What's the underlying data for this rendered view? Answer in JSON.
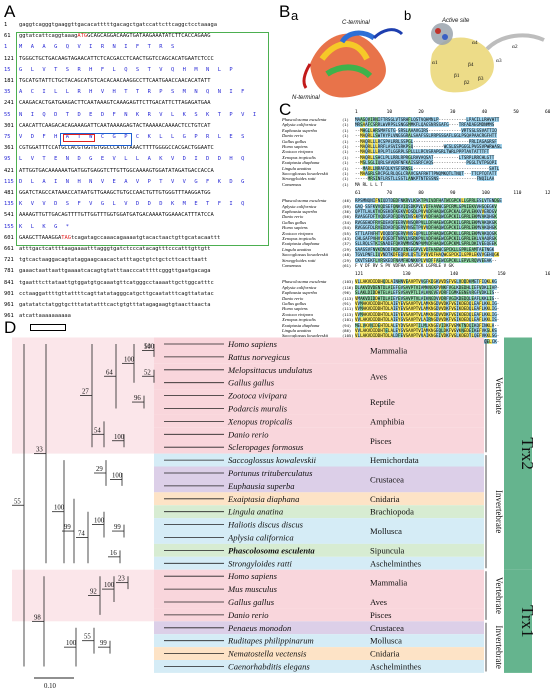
{
  "panels": {
    "a": "A",
    "b": "B",
    "b_sub_a": "a",
    "b_sub_b": "b",
    "c": "C",
    "d": "D"
  },
  "panelA": {
    "rows": [
      {
        "num": "1",
        "kind": "nuc",
        "text": "gaggtcagggtgaaggttgacacatttttgacagctgatccattcttcaggctcctaaaga"
      },
      {
        "num": "61",
        "kind": "nuc",
        "text": "ggtatcattcaggtaaagATGGCAGCAGGACAAGTGATAAGAAATATCTTCACCAGAAG"
      },
      {
        "num": "1",
        "kind": "aa",
        "text": "M A A G Q V I R N I F T R S"
      },
      {
        "num": "121",
        "kind": "nuc",
        "text": "TGGGCTGCTGACAAGTAGAACATTCTCACGACCTCAACTGGTCCAGCACATGAATCTCCC"
      },
      {
        "num": "15",
        "kind": "aa",
        "text": "G L V T S R H F L Q S T V Q H M N L P"
      },
      {
        "num": "181",
        "kind": "nuc",
        "text": "TGCATGTATTCTGCTACAGCATGTCACACAACAAGGCCTTCAATGAACCAACACATATT"
      },
      {
        "num": "35",
        "kind": "aa",
        "text": "A C I L L R H V H T T R P S M N Q N I F"
      },
      {
        "num": "241",
        "kind": "nuc",
        "text": "CAAGACACTGATGAAGACTTCAATAAAGTCAAAGAGTTCTTGACATTCTTAGAGATGAA"
      },
      {
        "num": "55",
        "kind": "aa",
        "text": "N I Q D T D E D F N K R V L K S K T P V I"
      },
      {
        "num": "301",
        "kind": "nuc",
        "text": "CAACATTCAAGACACAGAAAGATTCAATAAAAGAGTACTAAAAACAAAACTCCTGTCAT"
      },
      {
        "num": "75",
        "kind": "aa",
        "text": "V D F H A T W C G P C K L L G P R L E S"
      },
      {
        "num": "361",
        "kind": "nuc",
        "text": "CGTGGATTTCCATGCCACGTGGTGTGGCCCATGTAAACTTTTGGGGCCACGACTGGAATC"
      },
      {
        "num": "95",
        "kind": "aa",
        "text": "L V T E N D G E V L L A K V D I D D H Q"
      },
      {
        "num": "421",
        "kind": "nuc",
        "text": "ATTGGTGACAAAAAATGATGGTGAGGTCTTGTTGGCAAAAGTGGATATAGATGACCACCA"
      },
      {
        "num": "115",
        "kind": "aa",
        "text": "D L A I N H N V E A V P T V V G F K D G"
      },
      {
        "num": "481",
        "kind": "nuc",
        "text": "GGATCTAGCCATAAACCATAATGTTGAAGCTGTGCCAACTGTTGTGGGTTTAAGGATGG"
      },
      {
        "num": "135",
        "kind": "aa",
        "text": "K V V D S F V G L V D D D K M E T F I Q"
      },
      {
        "num": "541",
        "kind": "nuc",
        "text": "AAAAGTTGTTGACAGTTTTGTTGGTTTGGTGGATGATGACAAAATGGAAACATTTATCCA"
      },
      {
        "num": "155",
        "kind": "aa",
        "text": "K L K G *"
      },
      {
        "num": "601",
        "kind": "nuc",
        "text": "GAAGCTTAAAGGATAGtcagatagccaaacagaaaatgtacactaactgttgcatacaattt"
      },
      {
        "num": "661",
        "kind": "nuc",
        "text": "atttgactcattttaagaaaatttagggtgatctcccatacagtttcccatttgttgtt"
      },
      {
        "num": "721",
        "kind": "nuc",
        "text": "tgtcactaaggacagtataggaagcaacactatttagctgtctgctcttcacttaatt"
      },
      {
        "num": "781",
        "kind": "nuc",
        "text": "gaaactaattaattgaaaatcacagtgtatttaacccatttttcgggttgaatgacaga"
      },
      {
        "num": "841",
        "kind": "nuc",
        "text": "tgaatttcttataattgtggatgtgcaaatgttcatgggcctaaaattgcttggcatttc"
      },
      {
        "num": "901",
        "kind": "nuc",
        "text": "cctaaggattttgttattttcagttatatagggcatgcttgcaatatttcagttatatac"
      },
      {
        "num": "961",
        "kind": "nuc",
        "text": "gatatatctatggtgctttatatatttcactgtgtttatagagaagtgtaacttaacta"
      },
      {
        "num": "961",
        "kind": "nuc",
        "text": "atcattaaaaaaaaaa"
      }
    ]
  },
  "panelB": {
    "c_terminal": "C-terminal",
    "n_terminal": "N-terminal",
    "active_site": "Active site",
    "struct_labels": [
      "α4",
      "α3",
      "β4",
      "β1",
      "β2",
      "β3",
      "α1",
      "α2"
    ]
  },
  "panelC": {
    "ruler1": [
      "1",
      "10",
      "20",
      "30",
      "40",
      "50",
      "60"
    ],
    "ruler2": [
      "61",
      "70",
      "80",
      "90",
      "100",
      "110",
      "120"
    ],
    "ruler3": [
      "121",
      "130",
      "140",
      "150",
      "160"
    ],
    "block1": [
      {
        "name": "Phascolosoma esculenta",
        "n": "(1)",
        "seq": "MAAGQVIRNIFTRSGLVTSRHFLQSTVQHMNLP-----------LPACILLRHVHTT"
      },
      {
        "name": "Aplysia californica",
        "n": "(1)",
        "seq": "MRSAAFCSRRLWVRPSLSNGGMMKFLQAGSNRSSAFG----TRFADAEGMDNMMS"
      },
      {
        "name": "Euphausia superba",
        "n": "(1)",
        "seq": "--MHGLLHRSMAFGTG-SRSLAAAVGIRS-------------VRTSSLSSVATTIQ"
      },
      {
        "name": "Danio rerio",
        "n": "(1)",
        "seq": "--MAQRLLSWTKYPLVNGSGRALSAAFSSLRRPSSGAFLGGLPSQAPAACRGFHTT"
      },
      {
        "name": "Gallus gallus",
        "n": "(1)",
        "seq": "--MAQRLLLRCSPALRRLSSPGL----------------------PRLIAGAGRSF"
      },
      {
        "name": "Homo sapiens",
        "n": "(1)",
        "seq": "--MAQRLLLRRFLASVISRKPSQ------------WCSLGSPGGGLPVGSVPWRWASL"
      },
      {
        "name": "Zootoca vivipara",
        "n": "(1)",
        "seq": "--MAQRLLLRPLPTLGGRPLSPLLLLRCVSRAPGRLTWRLPPPTAVTATTTFT"
      },
      {
        "name": "Xenopus tropicalis",
        "n": "(1)",
        "seq": "--MAQRLLSHCLPLLRRLRPRGLRAVAQSAT----------LTSRPLRRCHLGTT"
      },
      {
        "name": "Exaiptasia diaphana",
        "n": "(1)",
        "seq": "--MSLSGLIQRLSAVQRFNFKAISSRFCAQS-------------PGGLTVTPGQPI"
      },
      {
        "name": "Lingula anatina",
        "n": "(1)",
        "seq": "---MARLLNRAFQLKYSFSRNSL------------------------------SATL"
      },
      {
        "name": "Saccoglossus kowalevskii",
        "n": "(1)",
        "seq": "--MAAGRLSRCPGLRLQGLCRAVCGAFRHTTPNQMKQTLTNQT---TTCPTQTATT"
      },
      {
        "name": "Strongyloides ratti",
        "n": "(1)",
        "seq": "-----MRSINFLRSTLLSSTLANKPTNTESSNS---------------FNQILAA"
      },
      {
        "name": "Consensus",
        "n": "(1)",
        "seq": "  MA RL L            L                                    T"
      }
    ],
    "block2": [
      {
        "name": "Phascolosoma esculenta",
        "n": "(46)",
        "seq": "RPSMNQNIFNIQDTDEDFNKRVLKSKTPVIVDFHATWCGPCKLLGPRLESLVTENDGE"
      },
      {
        "name": "Aplysia californica",
        "n": "(59)",
        "seq": "GAQ-SSFKVVQDSEFQNKVIQSDKPVLVDFHAVWCGPCRMLGPVIEKVVHSQEGKV"
      },
      {
        "name": "Euphausia superba",
        "n": "(36)",
        "seq": "QPTTLALKTVDSEKDFKEKVVDSDLPVVVDFHAQWCGPCKALGPVLEKKVVERDGV"
      },
      {
        "name": "Danio rerio",
        "n": "(56)",
        "seq": "RVASGFDFTVQDGPDFQDRVINSSKPVVVDFHAQWCGPCKILGPRLEKMVAKQHGK"
      },
      {
        "name": "Gallus gallus",
        "n": "(34)",
        "seq": "RVGSEHDFRVSDEADFEERVVNSQRPVLLDFHAEWCGPCKILGPRLEKMVAKQKGK"
      },
      {
        "name": "Homo sapiens",
        "n": "(54)",
        "seq": "RVGSGFDLRVEDDADFQERVVNSETPVVVDFHAQWCGPCKILGPRLEKMVAKQHGK"
      },
      {
        "name": "Zootoca vivipara",
        "n": "(55)",
        "seq": "STTLAFNFHTVDQDDFQERVVNSSQPVLLDFHAQWCGPCKLLGPRLEKMVAKQQGK"
      },
      {
        "name": "Xenopus tropicalis",
        "n": "(43)",
        "seq": "CHLGAFPVHVVDQEDFTNRVLNSRKPVLVDFHAEWCGPCKILGPRLEKLVAAQRGK"
      },
      {
        "name": "Exaiptasia diaphana",
        "n": "(37)",
        "seq": "SLLRQLSTKISNADEFQKRVMNSDNPVMVDFHAQWCGPCKMLSPRLDKIVEEQEEK"
      },
      {
        "name": "Lingula anatina",
        "n": "(29)",
        "seq": "SAASSVFNVKDNDDFKDKVINSEGPVLVDFHAEWCGPCKLLGPRLEAMTAETNGK"
      },
      {
        "name": "Saccoglossus kowalevskii",
        "n": "(48)",
        "seq": "TGVLPNFLIQVNDTKDFEQRVLQSTLPVVVDFHAQWCGPCKILGPRLEKVVGEHQGK"
      },
      {
        "name": "Strongyloides ratti",
        "n": "(29)",
        "seq": "CKVTSEKFLVRSKEDFNAMFHDNKKPLVVDFFAEWCGPCKLLEPVLRQVVEEAK--"
      },
      {
        "name": "Consensus",
        "n": "(61)",
        "seq": "        F V    DF  RV  S  PV VDFHA WCGPCK LGPRLE  V    GK"
      }
    ],
    "block3": [
      {
        "name": "Phascolosoma esculenta",
        "n": "(103)",
        "seq": "VLLAKVDIDDHQDLAINHNVEAVPTVVGFKDGKVVDSFVGLVDDDKMETFIQKLKG"
      },
      {
        "name": "Aplysia californica",
        "n": "(116)",
        "seq": "DLAKVDVDENTDLAIEFGVSAVPTVIAMKNGKPVNKFVGLKDEDHLIEFVDKLIAP-"
      },
      {
        "name": "Euphausia superba",
        "n": "(96)",
        "seq": "SLAKLDIDDHTELALEFSVSAVPTLIALKNGVEVDRFIGMKEENEVRGFVDKLIS--"
      },
      {
        "name": "Danio rerio",
        "n": "(113)",
        "seq": "VMAKVDIDDHTDLAIEYEVSAVPTVLAIKNGDVVDRFVGIKDEDQLEAFLKKLIG--"
      },
      {
        "name": "Gallus gallus",
        "n": "(91)",
        "seq": "VVMAKVDIDDHTDLAIEYEVSAVPTVLAMKNGDVVDKFVGIKDEDQLEAFLKKLIG-"
      },
      {
        "name": "Homo sapiens",
        "n": "(111)",
        "seq": "VVMAKVDIDDHTDLAIEYEVSAVPTVLAMKNGDVVDKFVGIKDEDQLEAFLKKLIG-"
      },
      {
        "name": "Zootoca vivipara",
        "n": "(113)",
        "seq": "VVMAKVDIDDHTDLAIEYEVSAVPTVLAMKNGDVVDKFVGIKDEDQLEAFLKKLIG-"
      },
      {
        "name": "Xenopus tropicalis",
        "n": "(101)",
        "seq": "VVLAKVDIDDHTDLAIEYGVSAVPTVLAIRNGDVVDKFVGIKDEDQLEAFLKKLIS-"
      },
      {
        "name": "Exaiptasia diaphana",
        "n": "(94)",
        "seq": "MELVKVNIDEHTDLALEYDVSAVPTILMLKNGEVIDKFVGMKTNDQIKQFINKLA--"
      },
      {
        "name": "Lingula anatina",
        "n": "(86)",
        "seq": "VVLAKVDIDDHTELALEYGVSAVPTVIAMKNGEQLDKFVGVKNEDEIKEFVKSLKS"
      },
      {
        "name": "Saccoglossus kowalevskii",
        "n": "(105)",
        "seq": "VLLAKVDIDDHTDLALDFEVSAVPTVVAIKNGEIVDKFVGLKDEDTLQEFVKKLSG-"
      },
      {
        "name": "Strongyloides ratti",
        "n": "(82)",
        "seq": "--LAKVDIDEHGELAAEFGVSAVPTLIAFKEGKVQGKMVGFQNENAIKTFIQELCK-"
      },
      {
        "name": "Consensus",
        "n": "(121)",
        "seq": "V LAKVDIDDHTDLA  Y VSAVPTV A KNG VVD FVG KDED L  F  KL"
      }
    ]
  },
  "panelD": {
    "taxa": [
      {
        "label": "Homo sapiens",
        "group": "Mammalia",
        "bold": false
      },
      {
        "label": "Rattus norvegicus",
        "group": "",
        "bold": false
      },
      {
        "label": "Melopsittacus undulatus",
        "group": "Aves",
        "bold": false
      },
      {
        "label": "Gallus gallus",
        "group": "",
        "bold": false
      },
      {
        "label": "Zootoca vivipara",
        "group": "Reptile",
        "bold": false
      },
      {
        "label": "Podarcis muralis",
        "group": "",
        "bold": false
      },
      {
        "label": "Xenopus tropicalis",
        "group": "Amphibia",
        "bold": false
      },
      {
        "label": "Danio rerio",
        "group": "Pisces",
        "bold": false
      },
      {
        "label": "Scleropages formosus",
        "group": "",
        "bold": false
      },
      {
        "label": "Saccoglossus kowalevskii",
        "group": "Hemichordata",
        "bold": false
      },
      {
        "label": "Portunus trituberculatus",
        "group": "Crustacea",
        "bold": false
      },
      {
        "label": "Euphausia superba",
        "group": "",
        "bold": false
      },
      {
        "label": "Exaiptasia diaphana",
        "group": "Cnidaria",
        "bold": false
      },
      {
        "label": "Lingula anatina",
        "group": "Brachiopoda",
        "bold": false
      },
      {
        "label": "Haliotis discus discus",
        "group": "Mollusca",
        "bold": false
      },
      {
        "label": "Aplysia californica",
        "group": "",
        "bold": false
      },
      {
        "label": "Phascolosoma esculenta",
        "group": "Sipuncula",
        "bold": true
      },
      {
        "label": "Strongyloides ratti",
        "group": "Aschelminthes",
        "bold": false
      },
      {
        "label": "Homo sapiens",
        "group": "Mammalia",
        "bold": false
      },
      {
        "label": "Mus musculus",
        "group": "",
        "bold": false
      },
      {
        "label": "Gallus gallus",
        "group": "Aves",
        "bold": false
      },
      {
        "label": "Danio rerio",
        "group": "Pisces",
        "bold": false
      },
      {
        "label": "Penaeus monodon",
        "group": "Crustacea",
        "bold": false
      },
      {
        "label": "Ruditapes philippinarum",
        "group": "Mollusca",
        "bold": false
      },
      {
        "label": "Nematostella vectensis",
        "group": "Cnidaria",
        "bold": false
      },
      {
        "label": "Caenorhabditis elegans",
        "group": "Aschelminthes",
        "bold": false
      }
    ],
    "bootstraps": [
      "100",
      "52",
      "100",
      "96",
      "64",
      "100",
      "54",
      "27",
      "100",
      "29",
      "99",
      "100",
      "16",
      "74",
      "99",
      "100",
      "33",
      "23",
      "100",
      "92",
      "99",
      "55",
      "100",
      "98",
      "55",
      "54"
    ],
    "vertebrate": "Vertebrate",
    "invertebrate": "Invertebrate",
    "trx2": "Trx2",
    "trx1": "Trx1",
    "scale": "0.10"
  },
  "colors": {
    "nuc_text": "#111111",
    "aa_text": "#2b2bd6",
    "stop_codon": "#e02020",
    "orf_box": "#4caf50",
    "row_pink": "#f9d6dc",
    "row_blue": "#d5ecf6",
    "row_purple": "#dccfe8",
    "row_peach": "#fde3c6",
    "row_green": "#d7ecd2",
    "trx_band": "#4aa77a"
  }
}
